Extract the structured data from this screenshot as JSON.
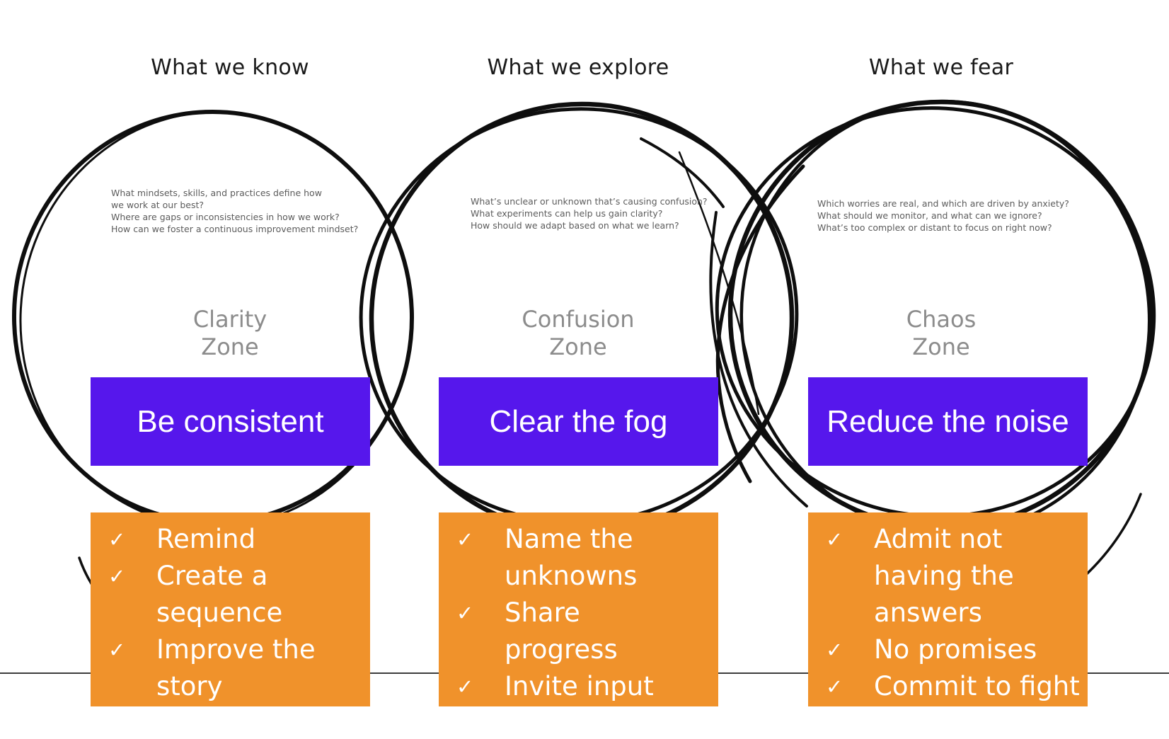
{
  "colors": {
    "banner_bg": "#5617ec",
    "checklist_bg": "#f0922b",
    "circle_stroke": "#0e0e0e",
    "divider": "#3d3d3d",
    "header_text": "#1a1a1a",
    "question_text": "#5c5c5c",
    "zone_text": "#8c8c8c",
    "banner_text": "#ffffff",
    "checklist_text": "#ffffff"
  },
  "icons": {
    "check": "✓"
  },
  "columns": [
    {
      "header": "What we know",
      "question_lines": [
        "What mindsets, skills, and practices define how",
        "we work at our best?",
        "Where are gaps or inconsistencies in how we work?",
        "How can we foster a continuous improvement mindset?"
      ],
      "zone_lines": [
        "Clarity",
        "Zone"
      ],
      "banner": "Be consistent",
      "checklist": [
        {
          "label": "Remind",
          "lines": [
            "Remind"
          ]
        },
        {
          "label": "Create a sequence",
          "lines": [
            "Create a",
            "sequence"
          ]
        },
        {
          "label": "Improve the story",
          "lines": [
            "Improve the",
            "story"
          ]
        }
      ]
    },
    {
      "header": "What we explore",
      "question_lines": [
        "What’s unclear or unknown that’s causing confusion?",
        "What experiments can help us gain clarity?",
        "How should we adapt based on what we learn?"
      ],
      "zone_lines": [
        "Confusion",
        "Zone"
      ],
      "banner": "Clear the fog",
      "checklist": [
        {
          "label": "Name the unknowns",
          "lines": [
            "Name the",
            "unknowns"
          ]
        },
        {
          "label": "Share progress",
          "lines": [
            "Share",
            "progress"
          ]
        },
        {
          "label": "Invite input",
          "lines": [
            "Invite input"
          ]
        }
      ]
    },
    {
      "header": "What we fear",
      "question_lines": [
        "Which worries are real, and which are driven by anxiety?",
        "What should we monitor, and what can we ignore?",
        "What’s too complex or distant to focus on right now?"
      ],
      "zone_lines": [
        "Chaos",
        "Zone"
      ],
      "banner": "Reduce the noise",
      "checklist": [
        {
          "label": "Admit not having the answers",
          "lines": [
            "Admit not",
            "having the",
            "answers"
          ]
        },
        {
          "label": "No promises",
          "lines": [
            "No promises"
          ]
        },
        {
          "label": "Commit to fight",
          "lines": [
            "Commit to fight"
          ]
        }
      ]
    }
  ]
}
